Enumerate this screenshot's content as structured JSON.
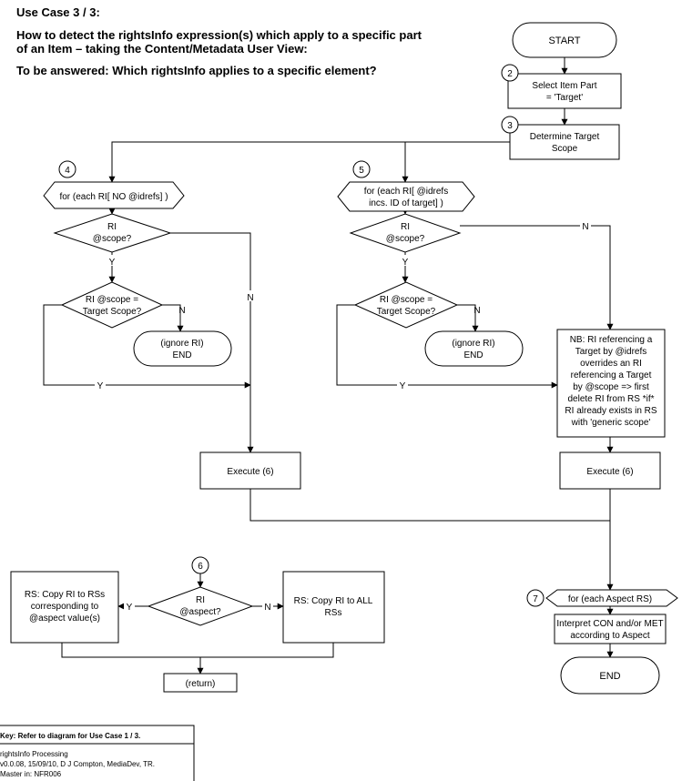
{
  "header": {
    "title": "Use Case 3 / 3:",
    "question_line1": "How to detect the rightsInfo expression(s) which apply to a specific part",
    "question_line2": "of an Item – taking the Content/Metadata User View:",
    "to_answer": "To be answered: Which rightsInfo applies to a specific element?"
  },
  "nodes": {
    "start": "START",
    "select_line1": "Select Item Part",
    "select_line2": "= 'Target'",
    "determine_line1": "Determine Target",
    "determine_line2": "Scope",
    "loop_no_idrefs": "for (each RI[ NO @idrefs] )",
    "loop_idrefs_line1": "for (each RI[ @idrefs",
    "loop_idrefs_line2": "incs. ID of target] )",
    "ri_scope_q_line1": "RI",
    "ri_scope_q_line2": "@scope?",
    "scope_eq_line1": "RI @scope =",
    "scope_eq_line2": "Target Scope?",
    "ignore_line1": "(ignore RI)",
    "ignore_line2": "END",
    "execute": "Execute (6)",
    "nb_lines": [
      "NB: RI referencing a",
      "Target by @idrefs",
      "overrides an RI",
      "referencing a Target",
      "by @scope => first",
      "delete RI from RS *if*",
      "RI already exists in RS",
      "with 'generic scope'"
    ],
    "rs_copy_left_line1": "RS: Copy RI to RSs",
    "rs_copy_left_line2": "corresponding to",
    "rs_copy_left_line3": "@aspect value(s)",
    "aspect_q_line1": "RI",
    "aspect_q_line2": "@aspect?",
    "rs_copy_all_line1": "RS: Copy RI to ALL",
    "rs_copy_all_line2": "RSs",
    "return": "(return)",
    "loop_aspect": "for (each Aspect RS)",
    "interpret_line1": "Interpret CON and/or MET",
    "interpret_line2": "according to Aspect",
    "end": "END"
  },
  "step_numbers": {
    "s2": "2",
    "s3": "3",
    "s4": "4",
    "s5": "5",
    "s6": "6",
    "s7": "7"
  },
  "edge_labels": {
    "yes": "Y",
    "no": "N"
  },
  "key": {
    "title": "Key: Refer to diagram for Use Case 1 / 3.",
    "line1": "rightsInfo Processing",
    "line2": "v0.0.08, 15/09/10, D J Compton, MediaDev, TR.",
    "line3": "Master in: NFR006"
  }
}
